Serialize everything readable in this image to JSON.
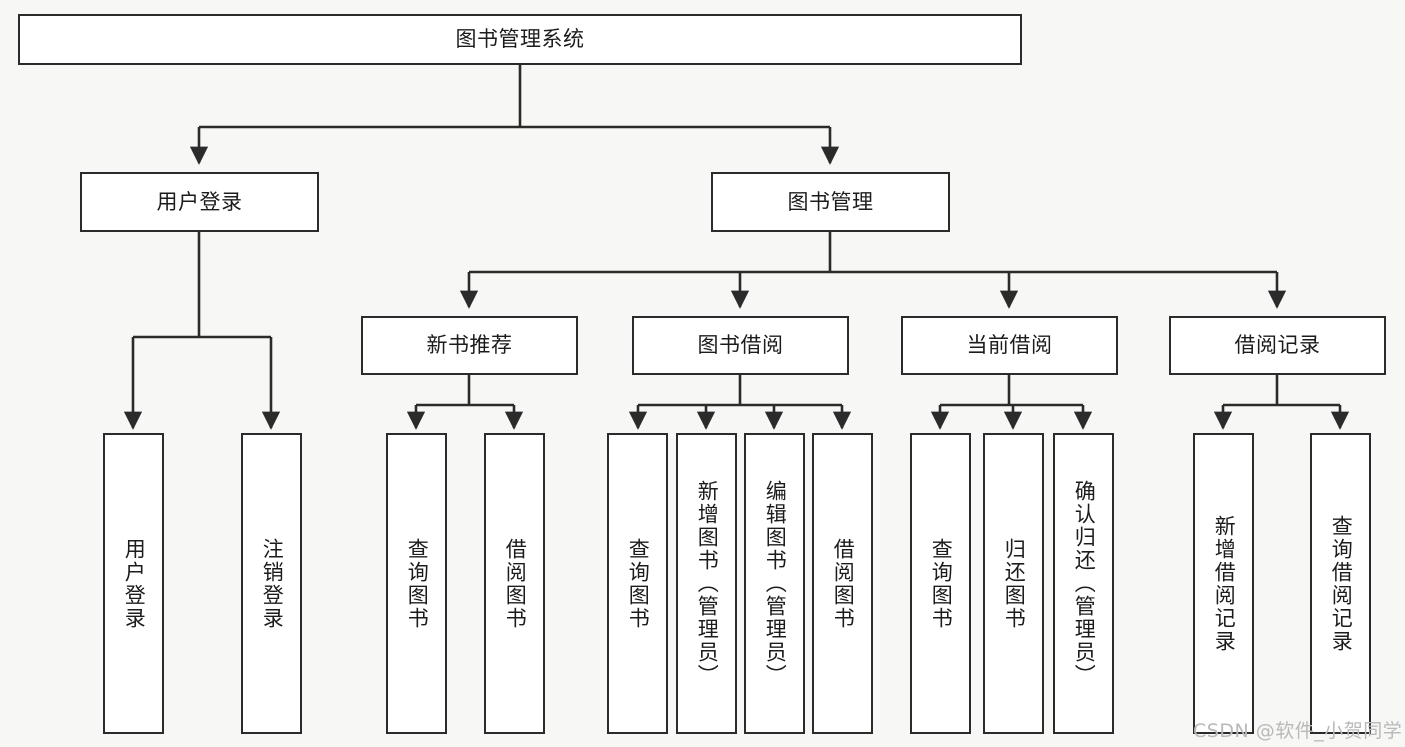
{
  "diagram": {
    "title": "图书管理系统",
    "type": "hierarchy-tree",
    "background_color": "#f7f7f5",
    "box_fill_color": "#ffffff",
    "box_border_color": "#2b2b2b",
    "connector_color": "#2b2b2b"
  },
  "root": {
    "label": "图书管理系统"
  },
  "level2": [
    {
      "label": "用户登录"
    },
    {
      "label": "图书管理"
    }
  ],
  "level3": [
    {
      "label": "新书推荐"
    },
    {
      "label": "图书借阅"
    },
    {
      "label": "当前借阅"
    },
    {
      "label": "借阅记录"
    }
  ],
  "leaves": {
    "user_login": [
      {
        "label": "用户登录"
      },
      {
        "label": "注销登录"
      }
    ],
    "new_book_recommend": [
      {
        "label": "查询图书"
      },
      {
        "label": "借阅图书"
      }
    ],
    "book_borrow": [
      {
        "label": "查询图书"
      },
      {
        "label": "新增图书（管理员）"
      },
      {
        "label": "编辑图书（管理员）"
      },
      {
        "label": "借阅图书"
      }
    ],
    "current_borrow": [
      {
        "label": "查询图书"
      },
      {
        "label": "归还图书"
      },
      {
        "label": "确认归还（管理员）"
      }
    ],
    "borrow_record": [
      {
        "label": "新增借阅记录"
      },
      {
        "label": "查询借阅记录"
      }
    ]
  },
  "watermark": {
    "text": "CSDN @软件_小贺同学"
  }
}
